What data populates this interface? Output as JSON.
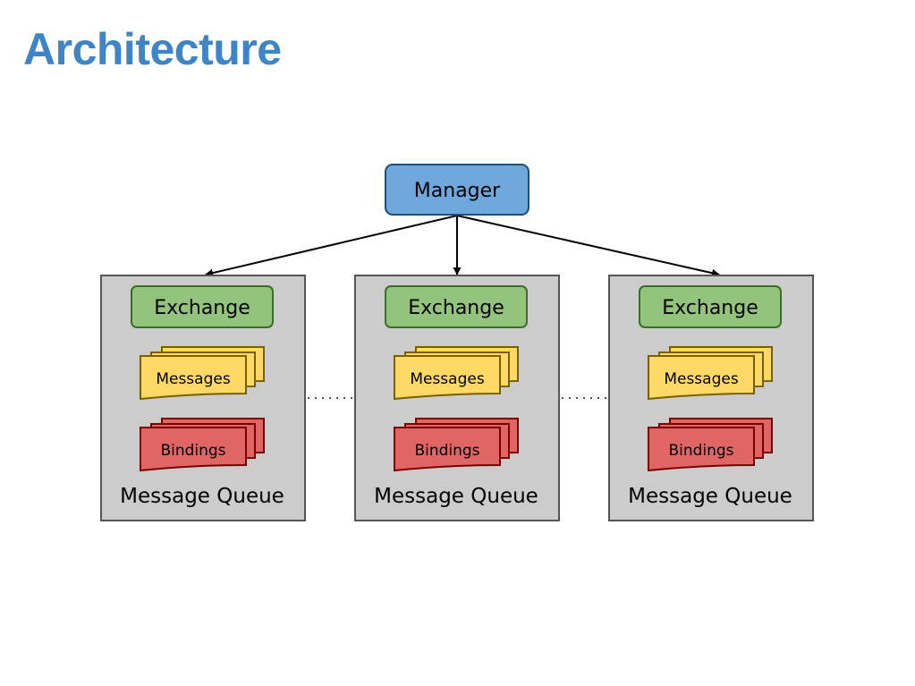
{
  "page": {
    "title": "Architecture"
  },
  "diagram": {
    "manager": {
      "label": "Manager"
    },
    "queues": [
      {
        "exchange": "Exchange",
        "messages": "Messages",
        "bindings": "Bindings",
        "label": "Message Queue"
      },
      {
        "exchange": "Exchange",
        "messages": "Messages",
        "bindings": "Bindings",
        "label": "Message Queue"
      },
      {
        "exchange": "Exchange",
        "messages": "Messages",
        "bindings": "Bindings",
        "label": "Message Queue"
      }
    ]
  },
  "colors": {
    "title": "#3d85c6",
    "manager_fill": "#6fa8dc",
    "exchange_fill": "#93c47d",
    "messages_fill": "#ffd966",
    "bindings_fill": "#e06666",
    "queue_fill": "#cccccc"
  }
}
